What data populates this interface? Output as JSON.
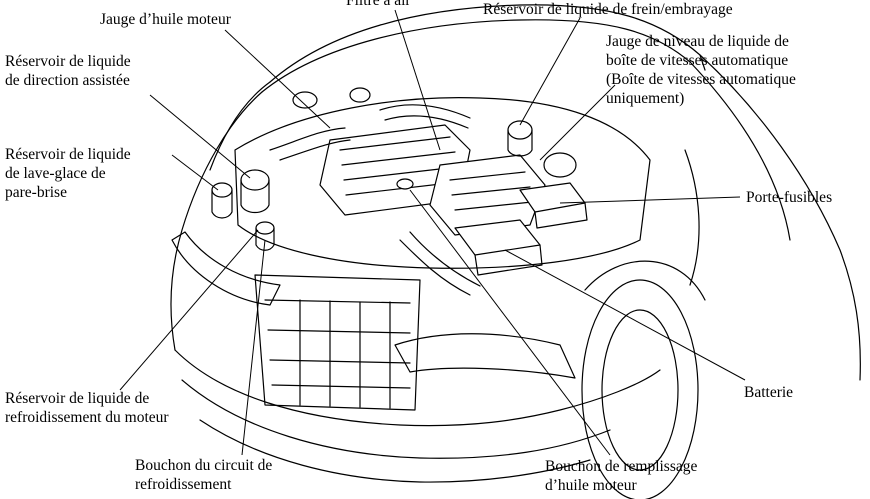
{
  "labels": {
    "oil_dipstick": "Jauge d’huile moteur",
    "air_filter": "Filtre à air",
    "brake_reservoir": "Réservoir de liquide de frein/embrayage",
    "atf_dipstick": [
      "Jauge de niveau de liquide de",
      "boîte de vitesses automatique",
      "(Boîte de vitesses automatique",
      "uniquement)"
    ],
    "power_steering": [
      "Réservoir de liquide",
      "de direction assistée"
    ],
    "washer": [
      "Réservoir de liquide",
      "de lave-glace de",
      "pare-brise"
    ],
    "fuse_box": "Porte-fusibles",
    "coolant_reservoir": [
      "Réservoir de liquide de",
      "refroidissement du moteur"
    ],
    "battery": "Batterie",
    "radiator_cap": [
      "Bouchon du circuit de",
      "refroidissement"
    ],
    "oil_filler": [
      "Bouchon de remplissage",
      "d’huile moteur"
    ]
  }
}
